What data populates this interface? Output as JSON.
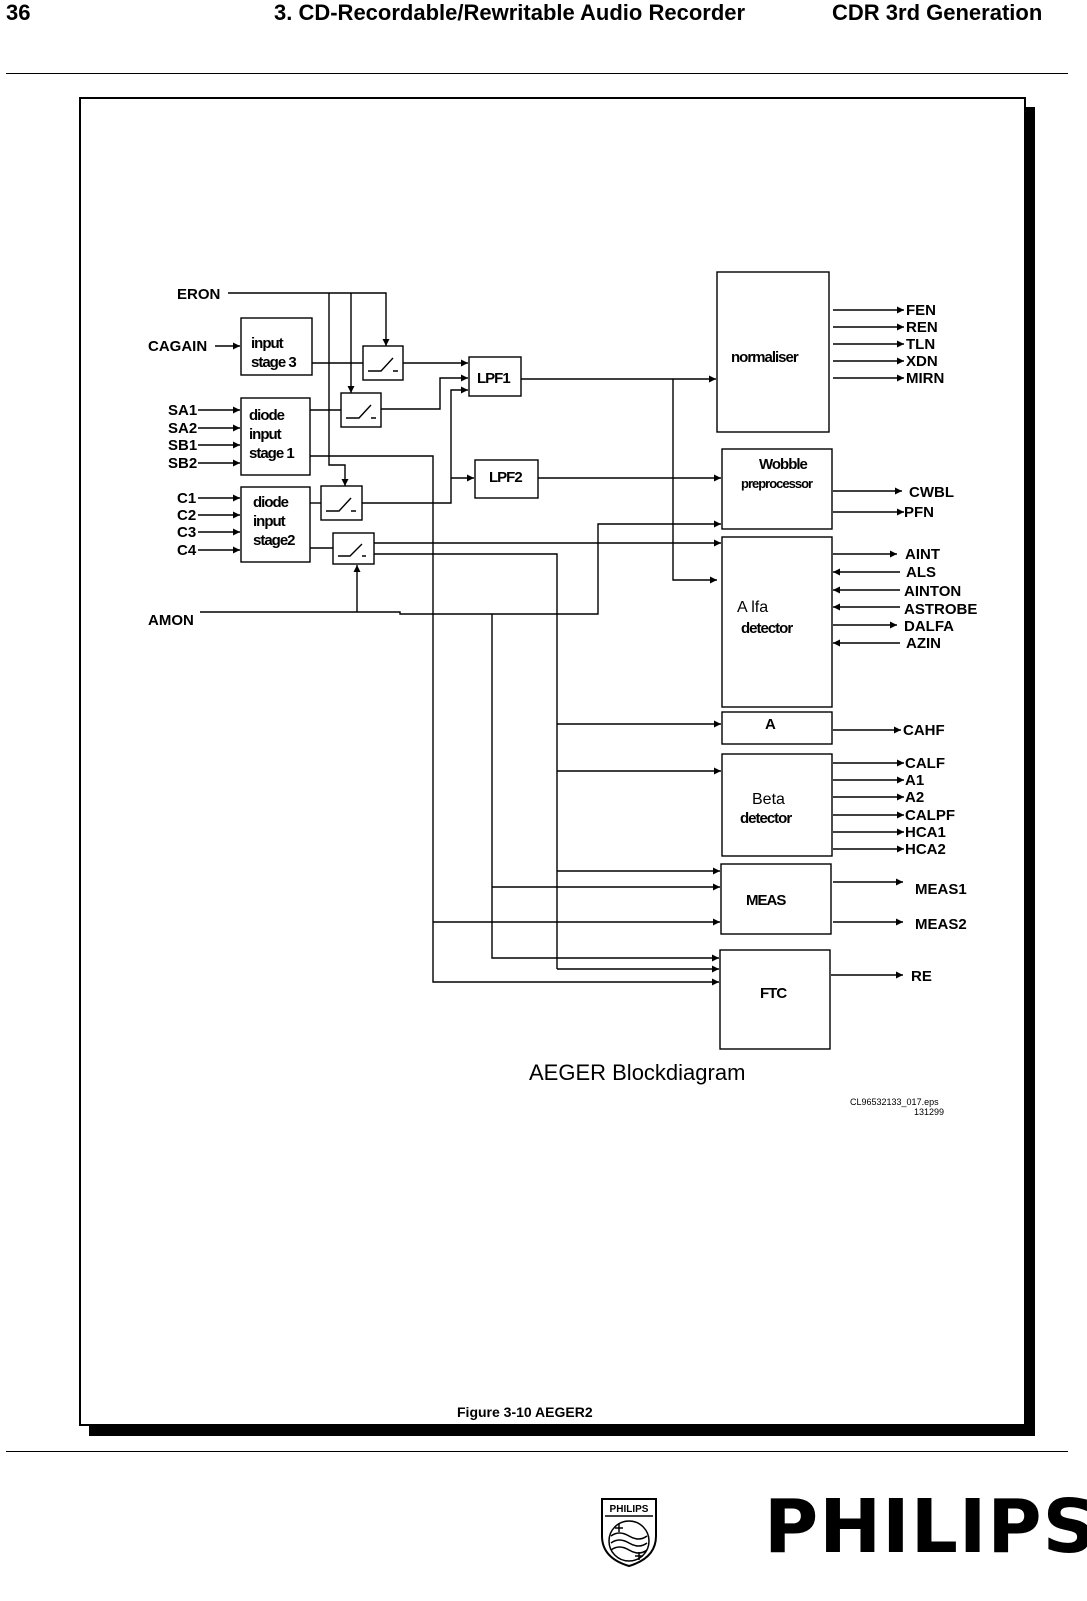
{
  "header": {
    "page_number": "36",
    "chapter_title": "3. CD-Recordable/Rewritable Audio Recorder",
    "product_title": "CDR 3rd Generation"
  },
  "diagram": {
    "title": "AEGER Blockdiagram",
    "file_ref": "CL96532133_017.eps",
    "file_code": "131299",
    "inputs": {
      "eron": "ERON",
      "cagain": "CAGAIN",
      "sa1": "SA1",
      "sa2": "SA2",
      "sb1": "SB1",
      "sb2": "SB2",
      "c1": "C1",
      "c2": "C2",
      "c3": "C3",
      "c4": "C4",
      "amon": "AMON"
    },
    "blocks": {
      "input_stage3": [
        "input",
        "stage 3"
      ],
      "diode_stage1": [
        "diode",
        "input",
        "stage 1"
      ],
      "diode_stage2": [
        "diode",
        "input",
        "stage2"
      ],
      "lpf1": "LPF1",
      "lpf2": "LPF2",
      "normaliser": "normaliser",
      "wobble": [
        "Wobble",
        "preprocessor"
      ],
      "alfa": [
        "A lfa",
        "detector"
      ],
      "a_block": "A",
      "beta": [
        "Beta",
        "detector"
      ],
      "meas": "MEAS",
      "ftc": "FTC"
    },
    "outputs": {
      "normaliser": [
        "FEN",
        "REN",
        "TLN",
        "XDN",
        "MIRN"
      ],
      "wobble": [
        "CWBL",
        "PFN"
      ],
      "alfa": [
        "AINT",
        "ALS",
        "AINTON",
        "ASTROBE",
        "DALFA",
        "AZIN"
      ],
      "a_block": [
        "CAHF"
      ],
      "beta": [
        "CALF",
        "A1",
        "A2",
        "CALPF",
        "HCA1",
        "HCA2"
      ],
      "meas": [
        "MEAS1",
        "MEAS2"
      ],
      "ftc": [
        "RE"
      ]
    }
  },
  "figure_caption": "Figure 3-10 AEGER2",
  "footer": {
    "shield_text": "PHILIPS",
    "logo_text": "PHILIPS"
  }
}
